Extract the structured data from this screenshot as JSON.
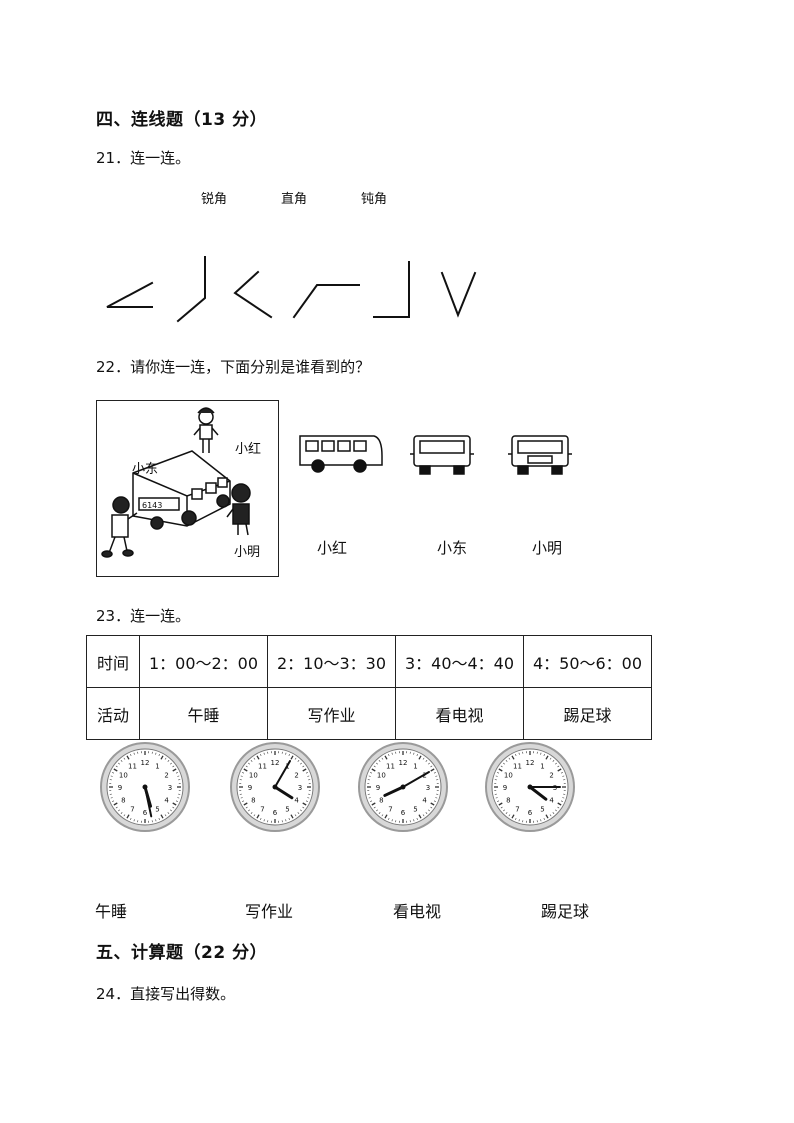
{
  "section4": {
    "title": "四、连线题（13 分）"
  },
  "q21": {
    "prompt": "21．连一连。",
    "angle_types": [
      "锐角",
      "直角",
      "钝角"
    ]
  },
  "q22": {
    "prompt": "22．请你连一连，下面分别是谁看到的？",
    "scene_labels": {
      "xiaohong": "小红",
      "xiaodong": "小东",
      "xiaoming": "小明"
    },
    "plate_text": "6143",
    "view_labels": [
      "小红",
      "小东",
      "小明"
    ]
  },
  "q23": {
    "prompt": "23．连一连。",
    "table": {
      "row1_head": "时间",
      "times": [
        "1：00～2：00",
        "2：10～3：30",
        "3：40～4：40",
        "4：50～6：00"
      ],
      "row2_head": "活动",
      "activities": [
        "午睡",
        "写作业",
        "看电视",
        "踢足球"
      ]
    },
    "clocks": [
      {
        "hour": 5,
        "minute": 28
      },
      {
        "hour": 4,
        "minute": 5
      },
      {
        "hour": 8,
        "minute": 10
      },
      {
        "hour": 4,
        "minute": 15
      }
    ],
    "activity_labels": [
      "午睡",
      "写作业",
      "看电视",
      "踢足球"
    ]
  },
  "section5": {
    "title": "五、计算题（22 分）"
  },
  "q24": {
    "prompt": "24．直接写出得数。"
  },
  "colors": {
    "ink": "#111111",
    "clock_rim": "#9a9a9a"
  }
}
